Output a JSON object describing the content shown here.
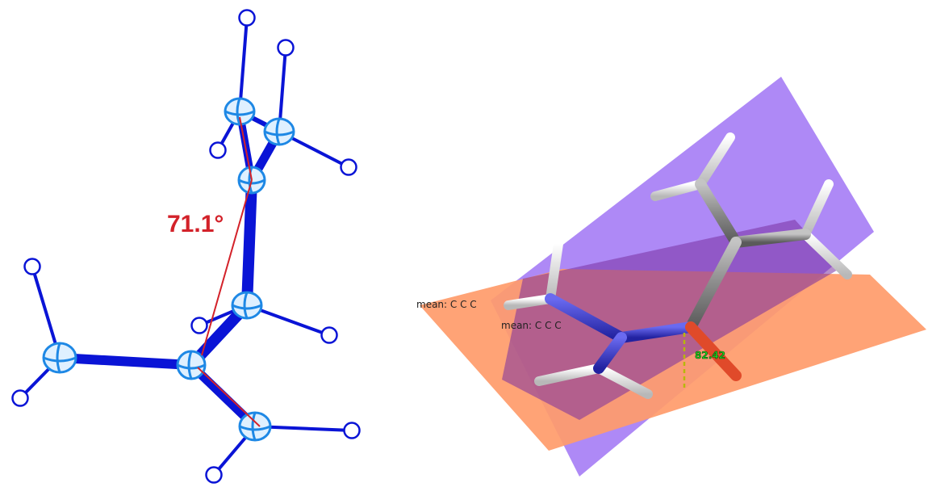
{
  "left_panel": {
    "angle_label": "71.1°",
    "colors": {
      "bond": "#0a14d6",
      "atom_outline": "#1e88e5",
      "atom_fill": "#dff0ff",
      "angle_line": "#d3222a"
    }
  },
  "right_panel": {
    "plane_label_1": "mean: C C C",
    "plane_label_2": "mean: C C C",
    "distance_label": "82.42",
    "colors": {
      "plane_1": "#a77ff5",
      "plane_2": "#ff9b6a",
      "carbon": "#808080",
      "hydrogen": "#eeeeee",
      "nitrogen": "#3b3bd0",
      "oxygen": "#e04a2a",
      "distance_line": "#b7b70a"
    }
  }
}
